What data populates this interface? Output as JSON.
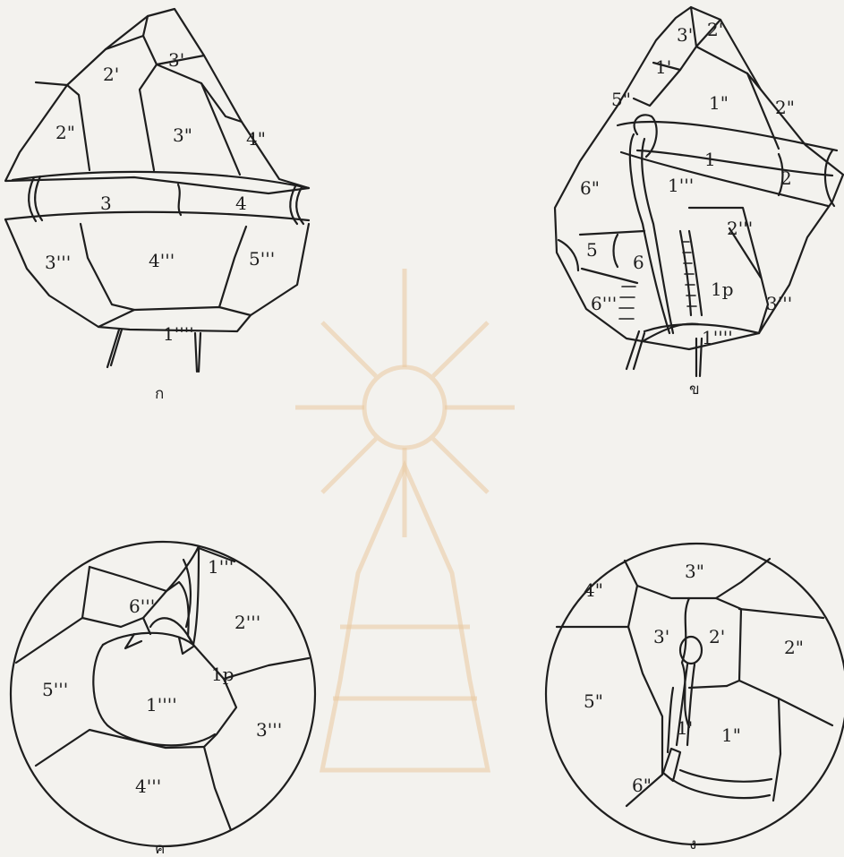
{
  "figures": {
    "a": {
      "caption": "ก",
      "plates": [
        "2'",
        "3'",
        "2\"",
        "3\"",
        "4\"",
        "3",
        "4",
        "3'''",
        "4'''",
        "5'''",
        "1''''"
      ]
    },
    "b": {
      "caption": "ข",
      "plates": [
        "3'",
        "2'",
        "1'",
        "5\"",
        "1\"",
        "2\"",
        "1",
        "2",
        "6\"",
        "1'''",
        "2'''",
        "5",
        "6",
        "6'''",
        "1p",
        "3'''",
        "1''''"
      ]
    },
    "c": {
      "caption": "ค",
      "plates": [
        "1'''",
        "6'''",
        "2'''",
        "1p",
        "5'''",
        "1''''",
        "3'''",
        "4'''"
      ]
    },
    "d": {
      "caption": "ง",
      "plates": [
        "3\"",
        "4\"",
        "3'",
        "2'",
        "2\"",
        "5\"",
        "1'",
        "1\"",
        "6\""
      ]
    }
  }
}
